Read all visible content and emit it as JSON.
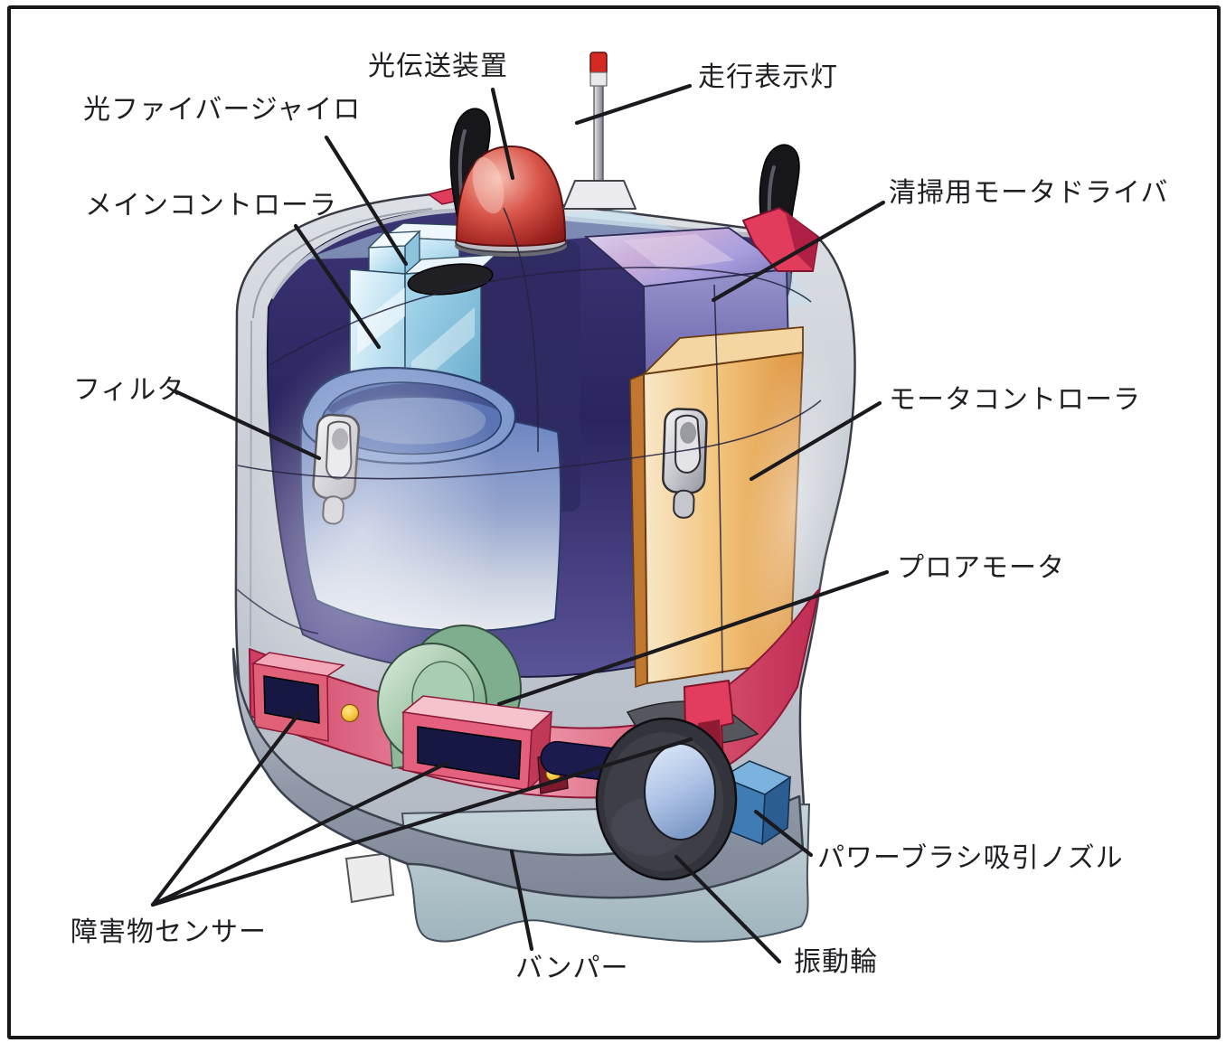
{
  "figure": {
    "kind": "cutaway-diagram",
    "background": "#ffffff",
    "border_color": "#17171b"
  },
  "labels": {
    "optical_transmission_device": "光伝送装置",
    "travel_indicator_light": "走行表示灯",
    "optical_fiber_gyro": "光ファイバージャイロ",
    "main_controller": "メインコントローラ",
    "cleaning_motor_driver": "清掃用モータドライバ",
    "filter": "フィルタ",
    "motor_controller": "モータコントローラ",
    "blower_motor": "プロアモータ",
    "obstacle_sensor": "障害物センサー",
    "bumper": "バンパー",
    "vibration_wheel": "振動輪",
    "power_brush_suction_nozzle": "パワーブラシ吸引ノズル"
  },
  "palette": {
    "label_text": "#1f1f23",
    "leader_line": "#1a1a1e",
    "shell_gray": "#c6cbd3",
    "interior_navy": "#2e2862",
    "dome_red": "#b02a24",
    "rim_red": "#e13c5c",
    "band_pink": "#e4607e",
    "sensor_window_navy": "#1a1a4c",
    "controller_ice_blue": "#bfe2f2",
    "filter_blue": "#7b92c8",
    "motor_controller_orange": "#eeb668",
    "driver_purple": "#8d86c8",
    "blower_green": "#9cc3a4",
    "wheel_dark": "#35353d",
    "hub_blue": "#b5c9e8",
    "nozzle_blue": "#4080b8",
    "indicator_yellow": "#f5c33a"
  }
}
